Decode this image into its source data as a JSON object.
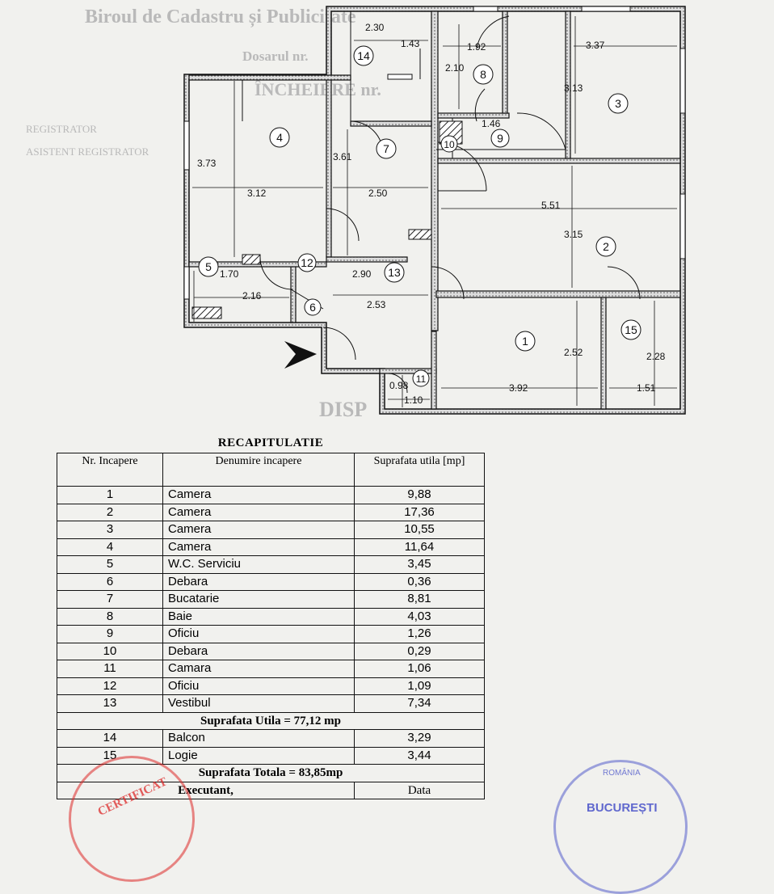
{
  "background_text": {
    "office": "Biroul de Cadastru și Publicitate",
    "dosar": "Dosarul nr.",
    "incheiere": "ÎNCHEIERE nr.",
    "registrator": "REGISTRATOR",
    "asistent": "ASISTENT REGISTRATOR",
    "disp": "DISP"
  },
  "plan": {
    "dims": [
      "2.30",
      "1.43",
      "1.92",
      "2.10",
      "3.37",
      "3.13",
      "1.46",
      "3.73",
      "3.61",
      "3.12",
      "2.50",
      "5.51",
      "3.15",
      "1.70",
      "2.16",
      "2.90",
      "2.53",
      "2.52",
      "2.28",
      "0.98",
      "1.10",
      "3.92",
      "1.51"
    ],
    "rooms": [
      "1",
      "2",
      "3",
      "4",
      "5",
      "6",
      "7",
      "8",
      "9",
      "10",
      "11",
      "12",
      "13",
      "14",
      "15"
    ]
  },
  "recap": {
    "title": "RECAPITULATIE",
    "col_nr": "Nr. Incapere",
    "col_name": "Denumire incapere",
    "col_area": "Suprafata utila [mp]",
    "rows": [
      {
        "nr": "1",
        "name": "Camera",
        "area": "9,88"
      },
      {
        "nr": "2",
        "name": "Camera",
        "area": "17,36"
      },
      {
        "nr": "3",
        "name": "Camera",
        "area": "10,55"
      },
      {
        "nr": "4",
        "name": "Camera",
        "area": "11,64"
      },
      {
        "nr": "5",
        "name": "W.C. Serviciu",
        "area": "3,45"
      },
      {
        "nr": "6",
        "name": "Debara",
        "area": "0,36"
      },
      {
        "nr": "7",
        "name": "Bucatarie",
        "area": "8,81"
      },
      {
        "nr": "8",
        "name": "Baie",
        "area": "4,03"
      },
      {
        "nr": "9",
        "name": "Oficiu",
        "area": "1,26"
      },
      {
        "nr": "10",
        "name": "Debara",
        "area": "0,29"
      },
      {
        "nr": "11",
        "name": "Camara",
        "area": "1,06"
      },
      {
        "nr": "12",
        "name": "Oficiu",
        "area": "1,09"
      },
      {
        "nr": "13",
        "name": "Vestibul",
        "area": "7,34"
      }
    ],
    "util_total": "Suprafata Utila = 77,12 mp",
    "extra_rows": [
      {
        "nr": "14",
        "name": "Balcon",
        "area": "3,29"
      },
      {
        "nr": "15",
        "name": "Logie",
        "area": "3,44"
      }
    ],
    "grand_total": "Suprafata Totala = 83,85mp",
    "executant": "Executant,",
    "data": "Data"
  },
  "stamps": {
    "left": "CERTIFICAT",
    "right_top": "ROMÂNIA",
    "right_bottom": "BUCUREȘTI"
  }
}
